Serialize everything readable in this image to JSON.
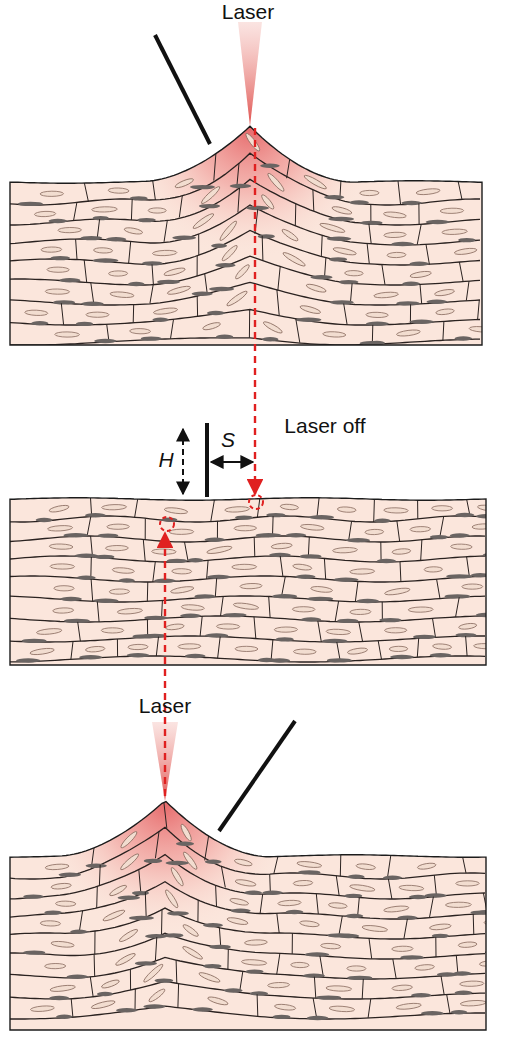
{
  "diagram": {
    "labels": [
      "Laser",
      "H",
      "S",
      "Laser off",
      "Laser"
    ]
  }
}
